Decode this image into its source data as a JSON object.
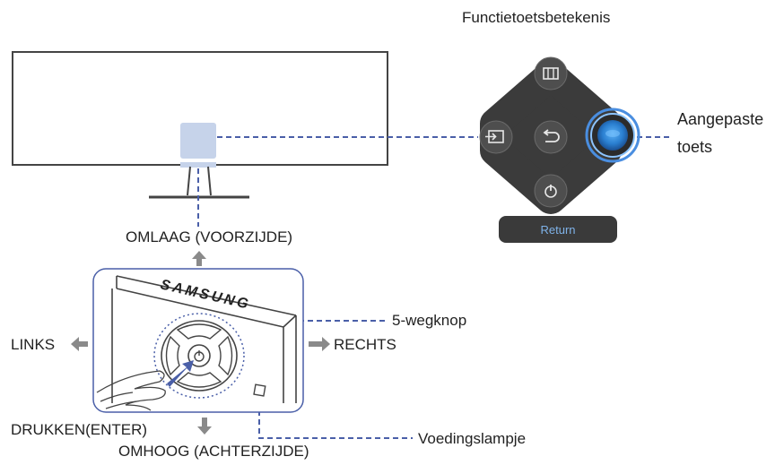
{
  "title": "Functietoetsbetekenis",
  "custom_key_label_line1": "Aangepaste",
  "custom_key_label_line2": "toets",
  "return_label": "Return",
  "directions": {
    "down": "OMLAAG (VOORZIJDE)",
    "left": "LINKS",
    "right": "RECHTS",
    "press": "DRUKKEN(ENTER)",
    "up": "OMHOOG (ACHTERZIJDE)"
  },
  "brand_logo": "SAMSUNG",
  "five_way_label": "5-wegknop",
  "power_led_label": "Voedingslampje",
  "colors": {
    "dashed_line": "#4a5fa8",
    "panel_dark": "#3a3a3a",
    "button_bg": "#505050",
    "highlight_blue": "#2a7fd0",
    "return_text": "#7fb2e8",
    "arrow_gray": "#8a8a8a",
    "monitor_highlight": "#c6d3ea"
  },
  "icons": [
    "picture-mode-icon",
    "source-icon",
    "return-icon",
    "power-icon",
    "custom-key-icon",
    "arrow-icons"
  ]
}
